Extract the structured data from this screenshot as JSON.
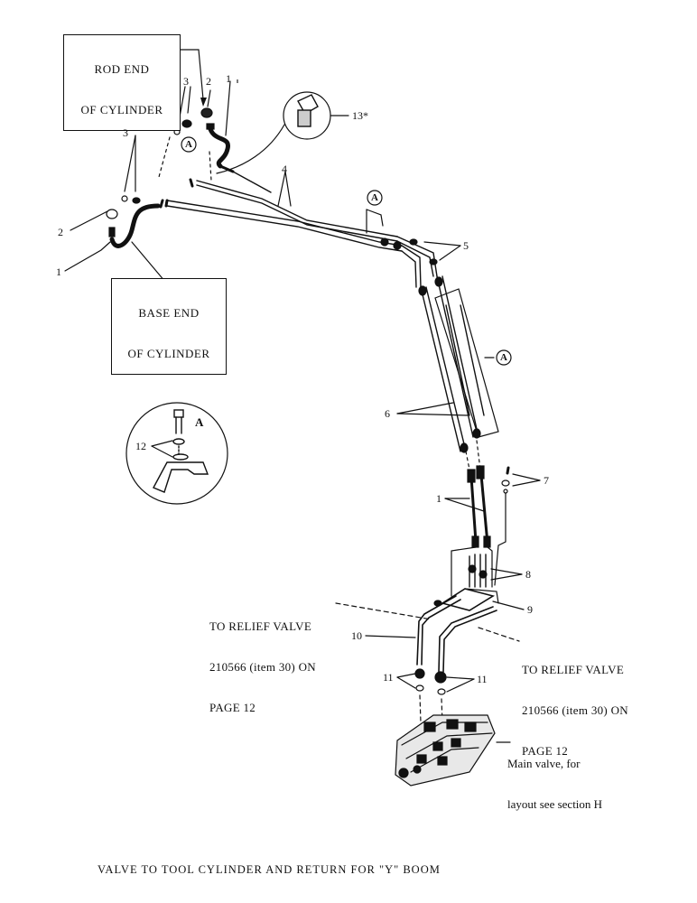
{
  "labels": {
    "rod_end": [
      "ROD END",
      "OF CYLINDER"
    ],
    "base_end": [
      "BASE END",
      "OF CYLINDER"
    ],
    "relief_left": [
      "TO RELIEF VALVE",
      "210566 (item 30) ON",
      "PAGE 12"
    ],
    "relief_right": [
      "TO RELIEF VALVE",
      "210566 (item 30) ON",
      "PAGE 12"
    ],
    "main_valve": [
      "Main valve, for",
      "layout see section H"
    ],
    "detail_a": "A",
    "caption": "VALVE TO TOOL CYLINDER AND RETURN FOR \"Y\" BOOM"
  },
  "callouts": {
    "n1_top": "1",
    "n2_top": "2",
    "n3_top": "3",
    "n3_left": "3",
    "n2_left": "2",
    "n1_left": "1",
    "n13": "13*",
    "n4": "4",
    "n5": "5",
    "n6": "6",
    "n7": "7",
    "n1_mid": "1",
    "n8": "8",
    "n9": "9",
    "n10": "10",
    "n11_left": "11",
    "n11_right": "11",
    "n12": "12"
  },
  "markers": {
    "a_top": "A",
    "a_mid": "A",
    "a_right": "A"
  }
}
